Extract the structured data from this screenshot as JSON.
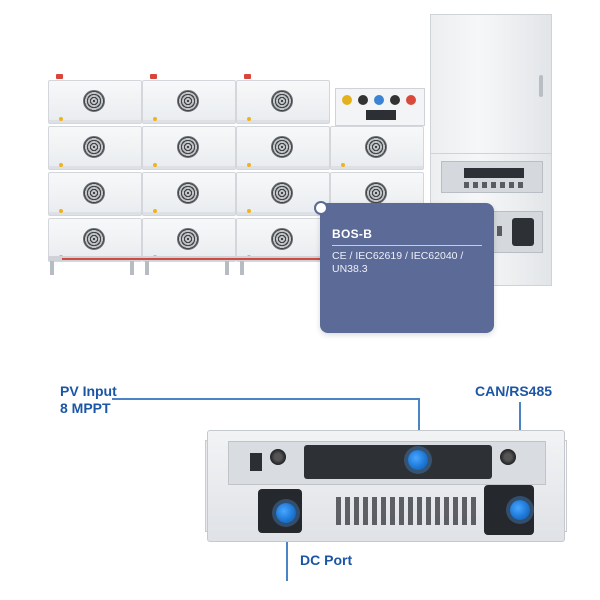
{
  "spec_card": {
    "model": "BOS-B",
    "certifications": "CE / IEC62619 / IEC62040 / UN38.3"
  },
  "callouts": {
    "pv_input_line1": "PV Input",
    "pv_input_line2": "8 MPPT",
    "can_rs485": "CAN/RS485",
    "dc_port": "DC Port"
  },
  "colors": {
    "accent_blue": "#1b56a6",
    "card_purple": "#5b6a97",
    "highlight_dot": "#1d78d6"
  },
  "icons": [
    "fan-icon",
    "knob-icon",
    "port-highlight-icon"
  ]
}
